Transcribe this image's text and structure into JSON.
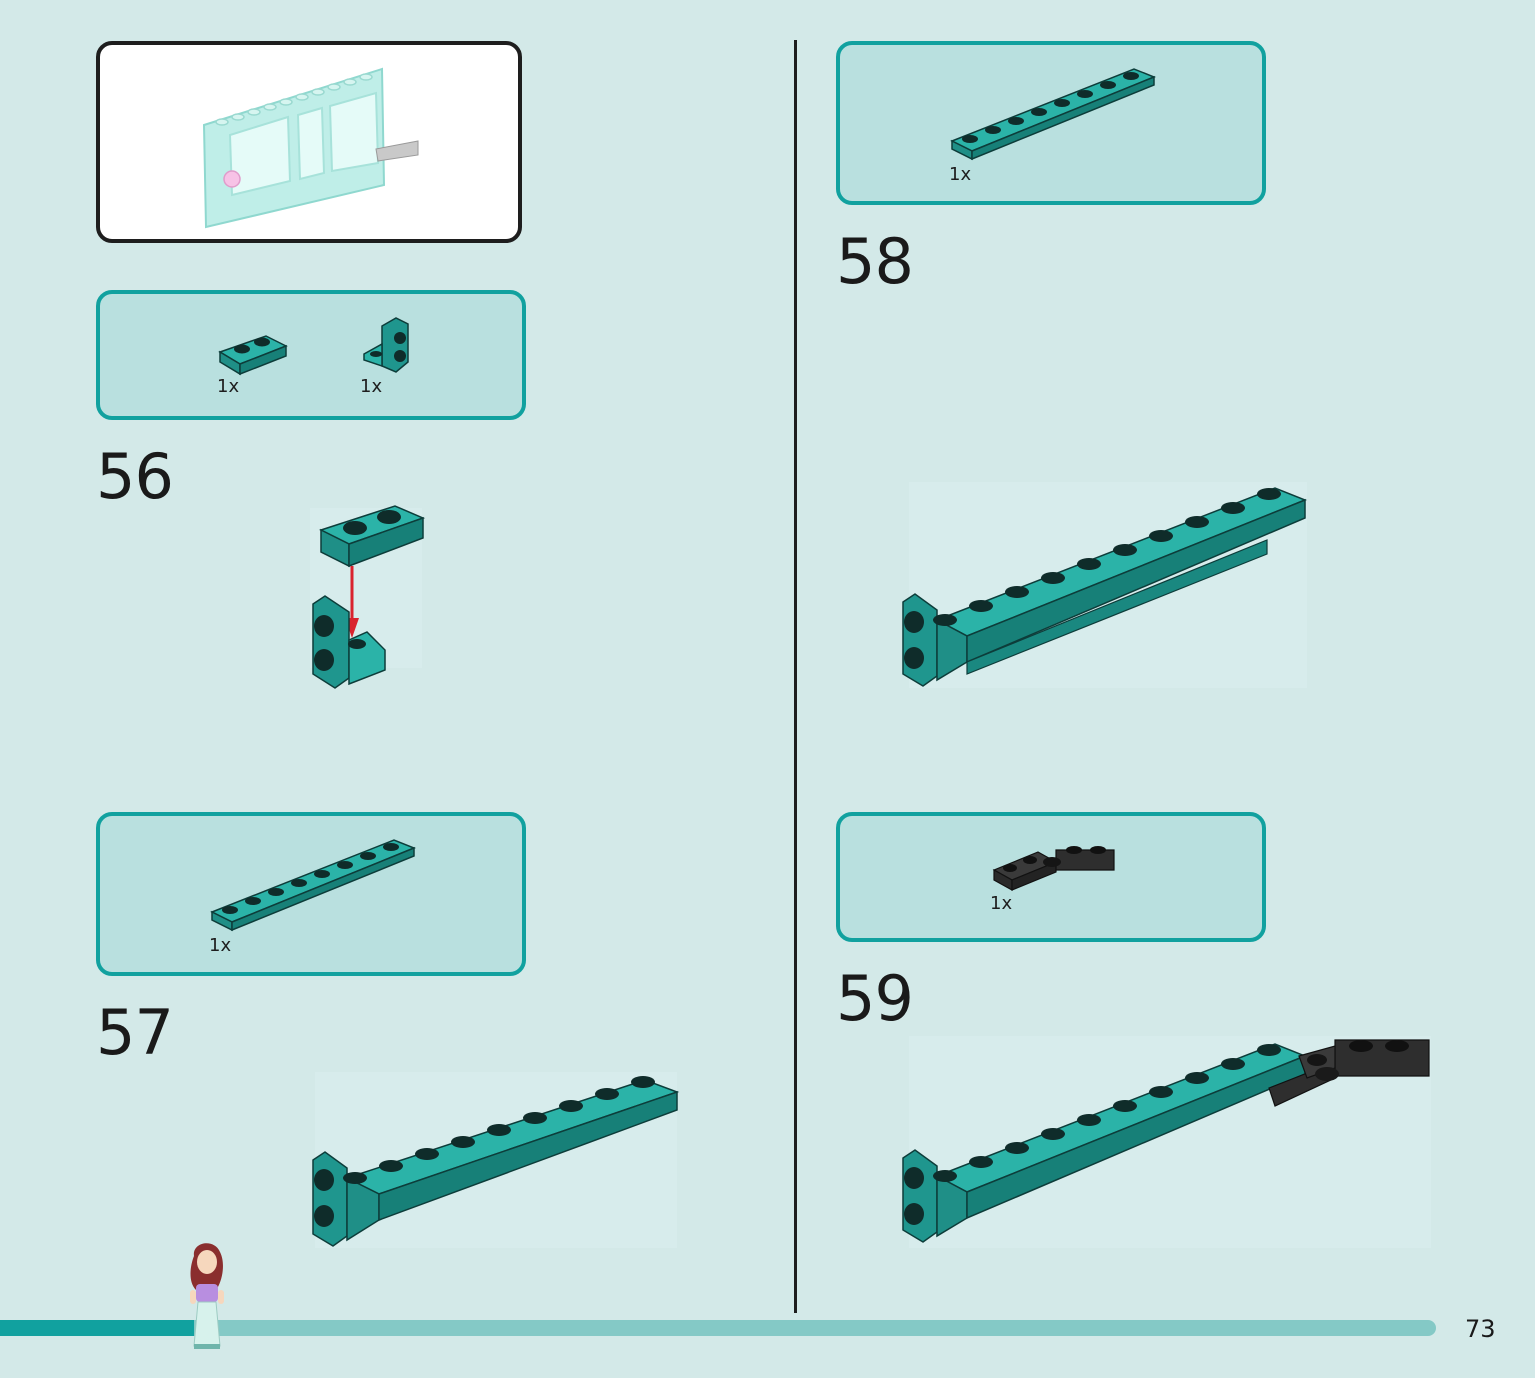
{
  "page": {
    "number": "73"
  },
  "progress": {
    "fraction": 0.135,
    "fill_color": "#11a19f",
    "track_color": "#84c9c6"
  },
  "colors": {
    "background": "#d3e9e8",
    "panel_fill": "#b9e0df",
    "panel_border": "#11a19f",
    "brick_teal": "#1e9a93",
    "brick_dark": "#2a2a2a",
    "arrow": "#d9232e"
  },
  "overview": {
    "icon": "window-frame-assembly-icon"
  },
  "steps": [
    {
      "number": "56",
      "parts": [
        {
          "qty": "1x",
          "icon": "plate-1x2-teal-icon"
        },
        {
          "qty": "1x",
          "icon": "bracket-1x2-teal-icon"
        }
      ]
    },
    {
      "number": "57",
      "parts": [
        {
          "qty": "1x",
          "icon": "plate-1x8-teal-icon"
        }
      ]
    },
    {
      "number": "58",
      "parts": [
        {
          "qty": "1x",
          "icon": "plate-1x8-teal-icon"
        }
      ]
    },
    {
      "number": "59",
      "parts": [
        {
          "qty": "1x",
          "icon": "hinge-plate-dark-icon"
        }
      ]
    }
  ]
}
